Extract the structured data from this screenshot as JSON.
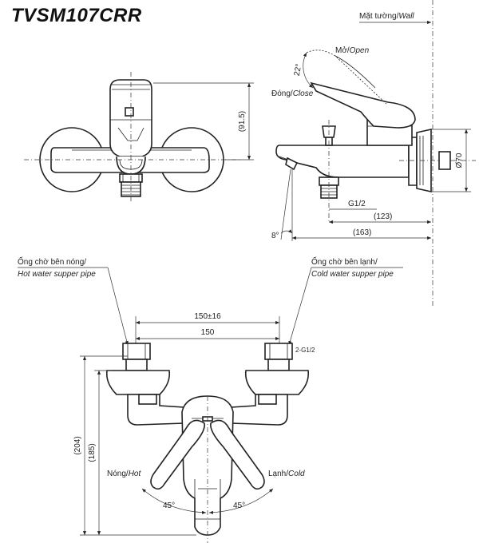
{
  "title": "TVSM107CRR",
  "side_view": {
    "wall_label": "Mặt tường/",
    "wall_label_it": "Wall",
    "open_label": "Mở/",
    "open_label_it": "Open",
    "close_label": "Đóng/",
    "close_label_it": "Close",
    "angle_22": "22°",
    "dim_70": "Ø70",
    "dim_g12": "G1/2",
    "dim_123": "(123)",
    "dim_163": "(163)",
    "angle_8": "8°"
  },
  "front_view": {
    "dim_915": "(91.5)"
  },
  "top_view": {
    "hot_pipe_label": "Ống chờ bên nóng/",
    "hot_pipe_label_it": "Hot water supper pipe",
    "cold_pipe_label": "Ống chờ bên lạnh/",
    "cold_pipe_label_it": "Cold water supper pipe",
    "dim_150_16": "150±16",
    "dim_150": "150",
    "dim_2g12": "2-G1/2",
    "hot_label": "Nóng/",
    "hot_label_it": "Hot",
    "cold_label": "Lạnh/",
    "cold_label_it": "Cold",
    "angle_left": "45°",
    "angle_right": "45°",
    "dim_204": "(204)",
    "dim_185": "(185)"
  }
}
